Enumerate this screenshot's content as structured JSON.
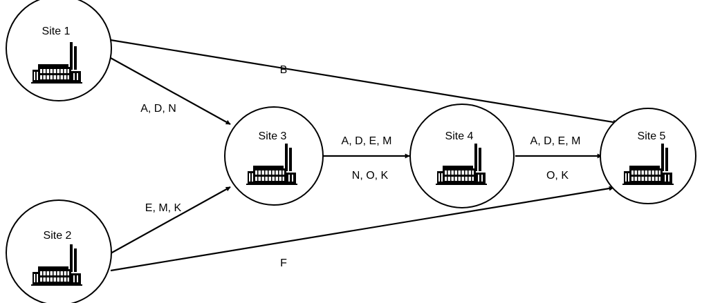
{
  "sites": [
    {
      "id": "site1",
      "label": "Site 1"
    },
    {
      "id": "site2",
      "label": "Site 2"
    },
    {
      "id": "site3",
      "label": "Site 3"
    },
    {
      "id": "site4",
      "label": "Site 4"
    },
    {
      "id": "site5",
      "label": "Site 5"
    }
  ],
  "edges": [
    {
      "from": "site1",
      "to": "site5",
      "labels": [
        "B"
      ]
    },
    {
      "from": "site1",
      "to": "site3",
      "labels": [
        "A, D, N"
      ]
    },
    {
      "from": "site2",
      "to": "site3",
      "labels": [
        "E, M, K"
      ]
    },
    {
      "from": "site2",
      "to": "site5",
      "labels": [
        "F"
      ]
    },
    {
      "from": "site3",
      "to": "site4",
      "labels": [
        "A, D, E, M",
        "N, O, K"
      ]
    },
    {
      "from": "site4",
      "to": "site5",
      "labels": [
        "A, D, E, M",
        "O, K"
      ]
    }
  ],
  "icons": {
    "site": "factory-icon"
  },
  "colors": {
    "stroke": "#000000",
    "fill": "#ffffff"
  }
}
